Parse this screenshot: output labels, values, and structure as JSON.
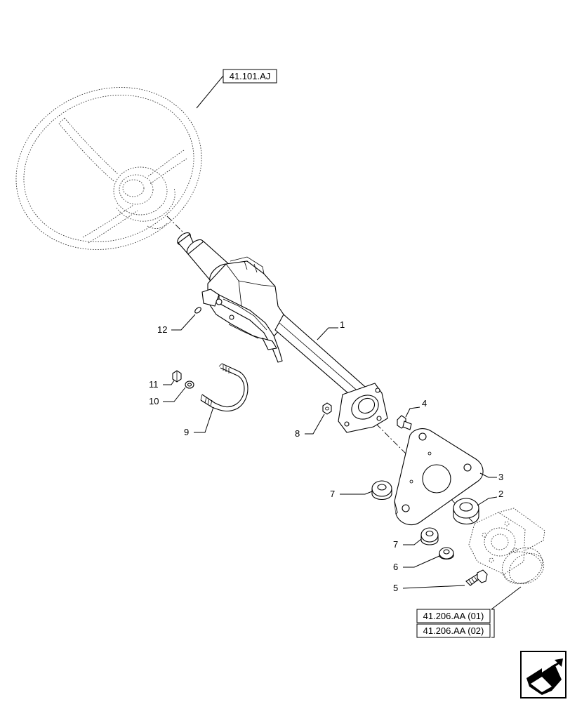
{
  "references": {
    "wheel": "41.101.AJ",
    "pump_1": "41.206.AA (01)",
    "pump_2": "41.206.AA (02)"
  },
  "callouts": {
    "c1": "1",
    "c2": "2",
    "c3": "3",
    "c4": "4",
    "c5": "5",
    "c6": "6",
    "c7a": "7",
    "c7b": "7",
    "c8": "8",
    "c9": "9",
    "c10": "10",
    "c11": "11",
    "c12": "12"
  },
  "icons": {
    "navigation": "next-page-arrow-icon"
  }
}
